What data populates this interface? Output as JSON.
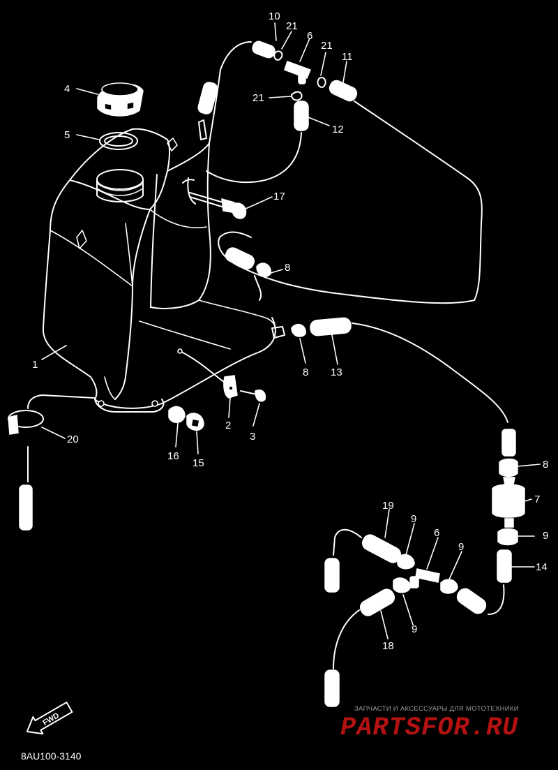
{
  "diagram": {
    "drawing_code": "8AU100-3140",
    "fwd_label": "FWD",
    "watermark": {
      "tagline": "ЗАПЧАСТИ И АКСЕССУАРЫ ДЛЯ МОТОТЕХНИКИ",
      "logo": "PARTSFOR.RU"
    },
    "callouts": {
      "p1": "1",
      "p2": "2",
      "p3": "3",
      "p4": "4",
      "p5": "5",
      "p6a": "6",
      "p6b": "6",
      "p7": "7",
      "p8a": "8",
      "p8b": "8",
      "p8c": "8",
      "p9a": "9",
      "p9b": "9",
      "p9c": "9",
      "p9d": "9",
      "p10": "10",
      "p11": "11",
      "p12": "12",
      "p13": "13",
      "p14": "14",
      "p15": "15",
      "p16": "16",
      "p17": "17",
      "p18": "18",
      "p19": "19",
      "p20": "20",
      "p21a": "21",
      "p21b": "21",
      "p21c": "21"
    }
  }
}
